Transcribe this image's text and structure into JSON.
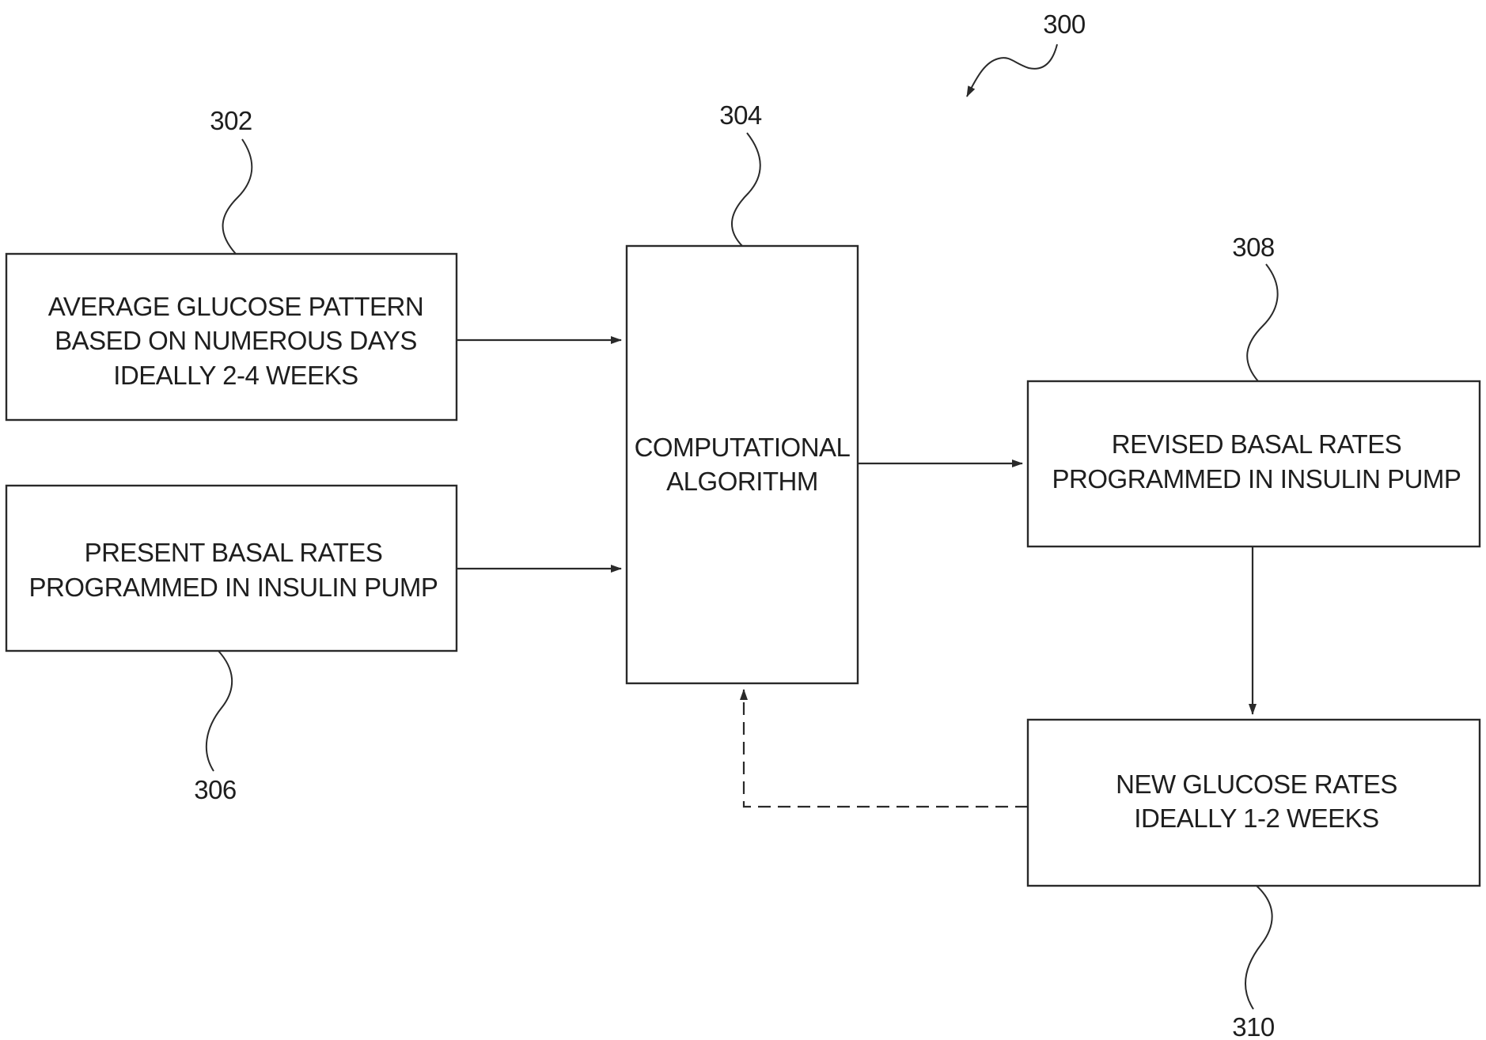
{
  "figure": {
    "reference": "300"
  },
  "nodes": {
    "average_glucose": {
      "ref": "302",
      "lines": [
        "AVERAGE GLUCOSE PATTERN",
        "BASED ON NUMEROUS DAYS",
        "IDEALLY 2-4 WEEKS"
      ]
    },
    "present_basal": {
      "ref": "306",
      "lines": [
        "PRESENT BASAL RATES",
        "PROGRAMMED IN INSULIN PUMP"
      ]
    },
    "computational_algorithm": {
      "ref": "304",
      "lines": [
        "COMPUTATIONAL",
        "ALGORITHM"
      ]
    },
    "revised_basal": {
      "ref": "308",
      "lines": [
        "REVISED BASAL RATES",
        "PROGRAMMED IN INSULIN PUMP"
      ]
    },
    "new_glucose": {
      "ref": "310",
      "lines": [
        "NEW GLUCOSE RATES",
        "IDEALLY 1-2 WEEKS"
      ]
    }
  },
  "edges": [
    {
      "from": "average_glucose",
      "to": "computational_algorithm",
      "style": "solid"
    },
    {
      "from": "present_basal",
      "to": "computational_algorithm",
      "style": "solid"
    },
    {
      "from": "computational_algorithm",
      "to": "revised_basal",
      "style": "solid"
    },
    {
      "from": "revised_basal",
      "to": "new_glucose",
      "style": "solid"
    },
    {
      "from": "new_glucose",
      "to": "computational_algorithm",
      "style": "dashed"
    }
  ],
  "colors": {
    "stroke": "#2a2a2a",
    "text": "#1e1e1e",
    "background": "#ffffff"
  }
}
